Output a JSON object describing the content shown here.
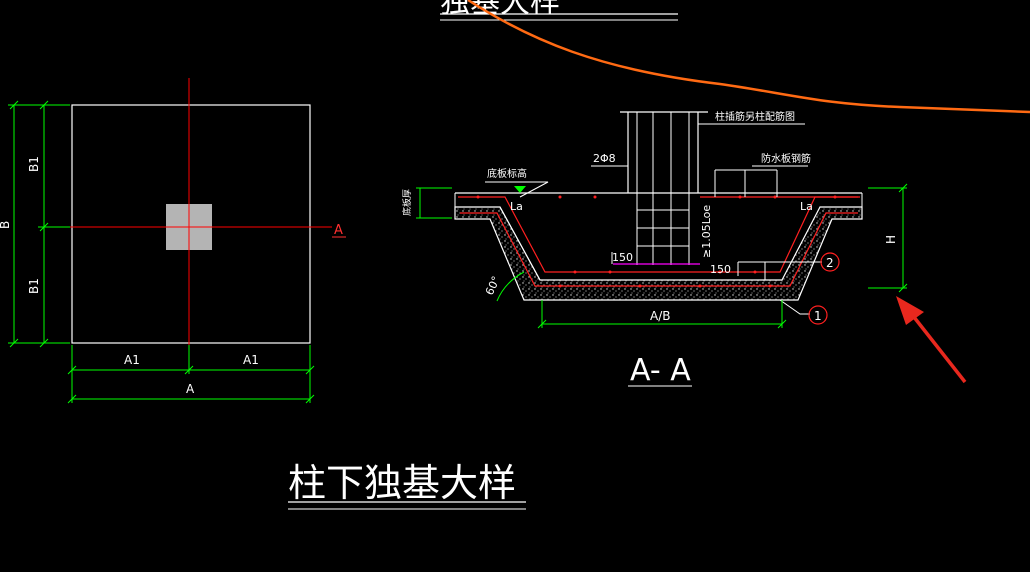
{
  "title_top": "独基大样",
  "main_title": "柱下独基大样",
  "plan": {
    "dim_b1_top": "B1",
    "dim_b1_bottom": "B1",
    "dim_b": "B",
    "dim_a1_left": "A1",
    "dim_a1_right": "A1",
    "dim_a": "A",
    "section_mark": "A"
  },
  "section": {
    "title": "A- A",
    "label_column_rebar": "柱插筋另柱配筋图",
    "label_rebar_count": "2Φ8",
    "label_base_elevation": "底板标高",
    "label_waterproof_rebar": "防水板钢筋",
    "label_slab_thickness": "底板厚",
    "label_la_left": "La",
    "label_la_right": "La",
    "label_anchor": "≥1.05Loe",
    "label_150_left": "150",
    "label_150_right": "150",
    "label_angle": "60°",
    "label_ab": "A/B",
    "label_h": "H",
    "callout_1": "1",
    "callout_2": "2"
  },
  "colors": {
    "background": "#000000",
    "lines": "#ffffff",
    "dimensions": "#00ff00",
    "centerline": "#ff0000",
    "rebar": "#ff2020",
    "annotation_line": "#ff6a13",
    "arrow": "#e8281e",
    "column_fill": "#b4b4b4",
    "magenta": "#ff00ff"
  }
}
